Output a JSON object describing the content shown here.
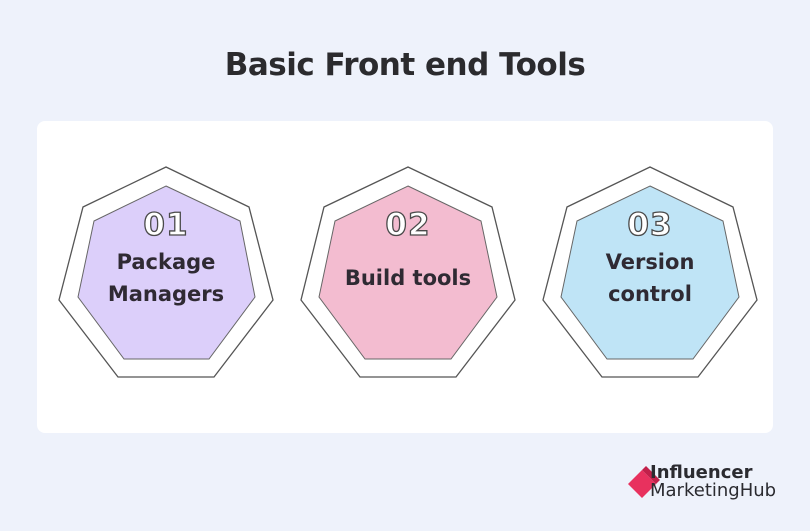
{
  "title": "Basic Front end Tools",
  "items": [
    {
      "number": "01",
      "label_line1": "Package",
      "label_line2": "Managers",
      "color": "#dccffa"
    },
    {
      "number": "02",
      "label_line1": "Build tools",
      "label_line2": "",
      "color": "#f3bcd0"
    },
    {
      "number": "03",
      "label_line1": "Version",
      "label_line2": "control",
      "color": "#bfe4f6"
    }
  ],
  "logo": {
    "line1": "Influencer",
    "line2": "MarketingHub",
    "accent": "#e8315e"
  }
}
